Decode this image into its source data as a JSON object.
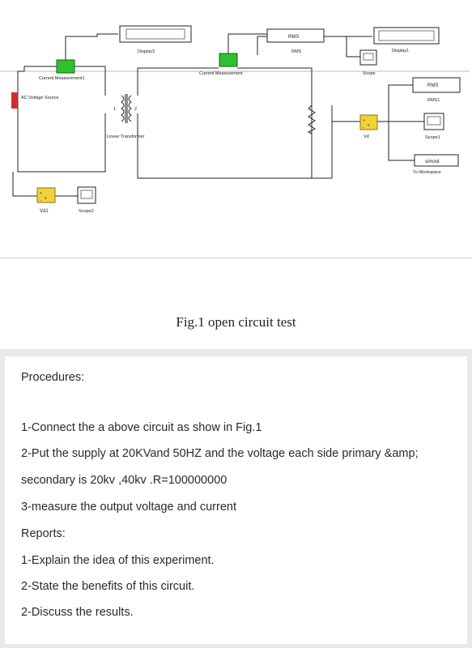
{
  "diagram": {
    "labels": {
      "display3": "Display3",
      "current_measurement1": "Current Measurement1",
      "ac_voltage_source": "AC Voltage Source",
      "linear_transformer": "Linear Transformer",
      "winding_1": "1",
      "winding_2": "2",
      "current_measurement": "Current Measurement",
      "rms_top_block": "RMS",
      "rms_top_label": "RMS",
      "display1": "Display1",
      "scope": "Scope",
      "rms_right_block": "RMS",
      "rms_right_label": "RMS1",
      "scope1": "Scope1",
      "simout_block": "simout",
      "to_workspace": "To Workspace",
      "vd": "Vd",
      "vd1": "Vd1",
      "scope2": "Scope2",
      "plus_sign": "+",
      "v_sign": "v",
      "minus_sign": "-"
    },
    "colors": {
      "current_measure_block": "#2fbf2f",
      "voltage_measure_block": "#f2d23a",
      "ac_source_marker": "#d62a2a"
    }
  },
  "caption": "Fig.1 open circuit test",
  "text": {
    "procedures_heading": "Procedures:",
    "step1": "1-Connect the a above circuit as show in Fig.1",
    "step2a": "2-Put the supply at 20KVand 50HZ and the voltage each side primary &amp;",
    "step2b": "secondary is 20kv ,40kv .R=100000000",
    "step3": "3-measure the output voltage and current",
    "reports_heading": "Reports:",
    "report1": "1-Explain the idea of this experiment.",
    "report2": "2-State the benefits of this circuit.",
    "report3": "2-Discuss the results."
  }
}
